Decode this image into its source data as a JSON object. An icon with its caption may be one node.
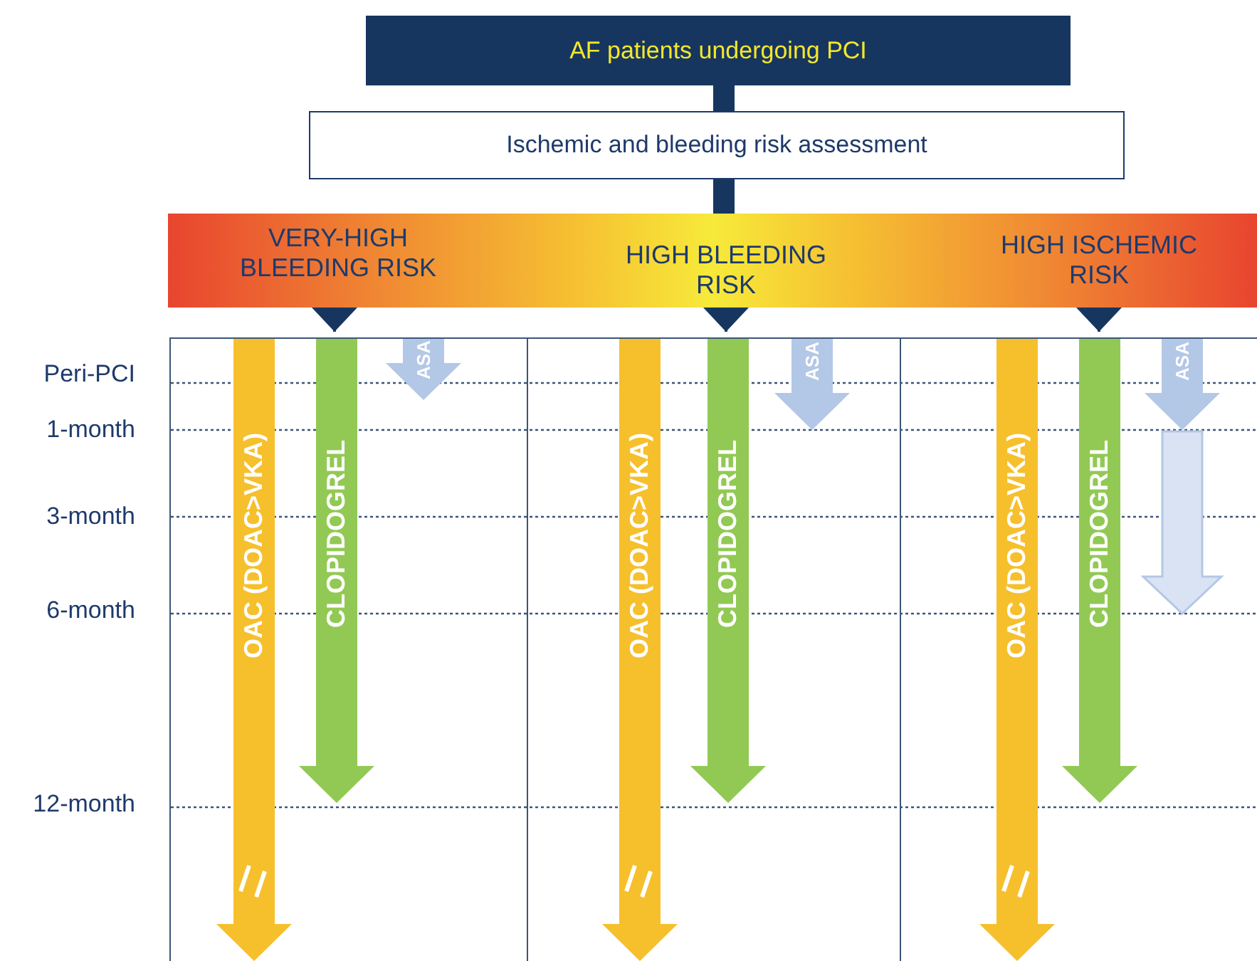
{
  "diagram": {
    "nodes": [
      {
        "text": [
          "AF patients undergoing PCI"
        ]
      },
      {
        "text": [
          "Ischemic and bleeding risk assessment"
        ]
      },
      {
        "text": [],
        "shape": "bar"
      },
      {
        "text": [
          "VERY-HIGH BLEEDING RISK"
        ],
        "in": 2
      },
      {
        "text": [
          "HIGH BLEEDING RISK"
        ],
        "in": 2
      },
      {
        "text": [
          "HIGH ISCHEMIC RISK"
        ],
        "in": 2
      },
      {
        "text": [],
        "shape": "box"
      },
      {
        "text": [
          "OAC (DOAC>VKA)"
        ],
        "in": 6
      },
      {
        "text": [
          "CLOPIDOGREL"
        ],
        "in": 6
      },
      {
        "text": [
          "ASA"
        ],
        "in": 6
      },
      {
        "text": [],
        "shape": "box"
      },
      {
        "text": [
          "OAC (DOAC>VKA)"
        ],
        "in": 10
      },
      {
        "text": [
          "CLOPIDOGREL"
        ],
        "in": 10
      },
      {
        "text": [
          "ASA"
        ],
        "in": 10
      },
      {
        "text": [],
        "shape": "box"
      },
      {
        "text": [
          "OAC (DOAC>VKA)"
        ],
        "in": 14
      },
      {
        "text": [
          "CLOPIDOGREL"
        ],
        "in": 14
      },
      {
        "text": [
          "ASA"
        ],
        "in": 14
      },
      {
        "text": [],
        "shape": "arrow",
        "in": 14
      }
    ],
    "edges": [
      {
        "from": 0,
        "to": 1,
        "arrow": "none",
        "style": "thick"
      },
      {
        "from": 1,
        "to": 2,
        "arrow": "none",
        "style": "thick"
      },
      {
        "from": 3,
        "to": 6,
        "arrow": "to"
      },
      {
        "from": 4,
        "to": 10,
        "arrow": "to"
      },
      {
        "from": 5,
        "to": 14,
        "arrow": "to"
      }
    ],
    "labels": [
      "Peri-PCI",
      "1-month",
      "3-month",
      "6-month",
      "12-month"
    ]
  }
}
